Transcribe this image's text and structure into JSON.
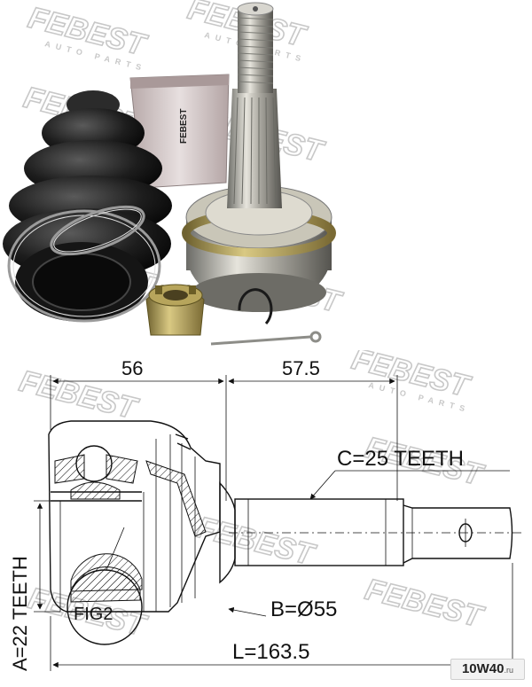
{
  "watermark": {
    "brand": "FEBEST",
    "sub": "AUTO PARTS"
  },
  "packet_label": "FEBEST",
  "dimensions": {
    "top_left": "56",
    "top_right": "57.5",
    "spline_c": "C=25 TEETH",
    "diameter_b": "B=Ø55",
    "spline_a": "A=22 TEETH",
    "length_l": "L=163.5",
    "fig": "FIG2"
  },
  "site_badge": {
    "main": "10W40",
    "suffix": ".ru"
  }
}
